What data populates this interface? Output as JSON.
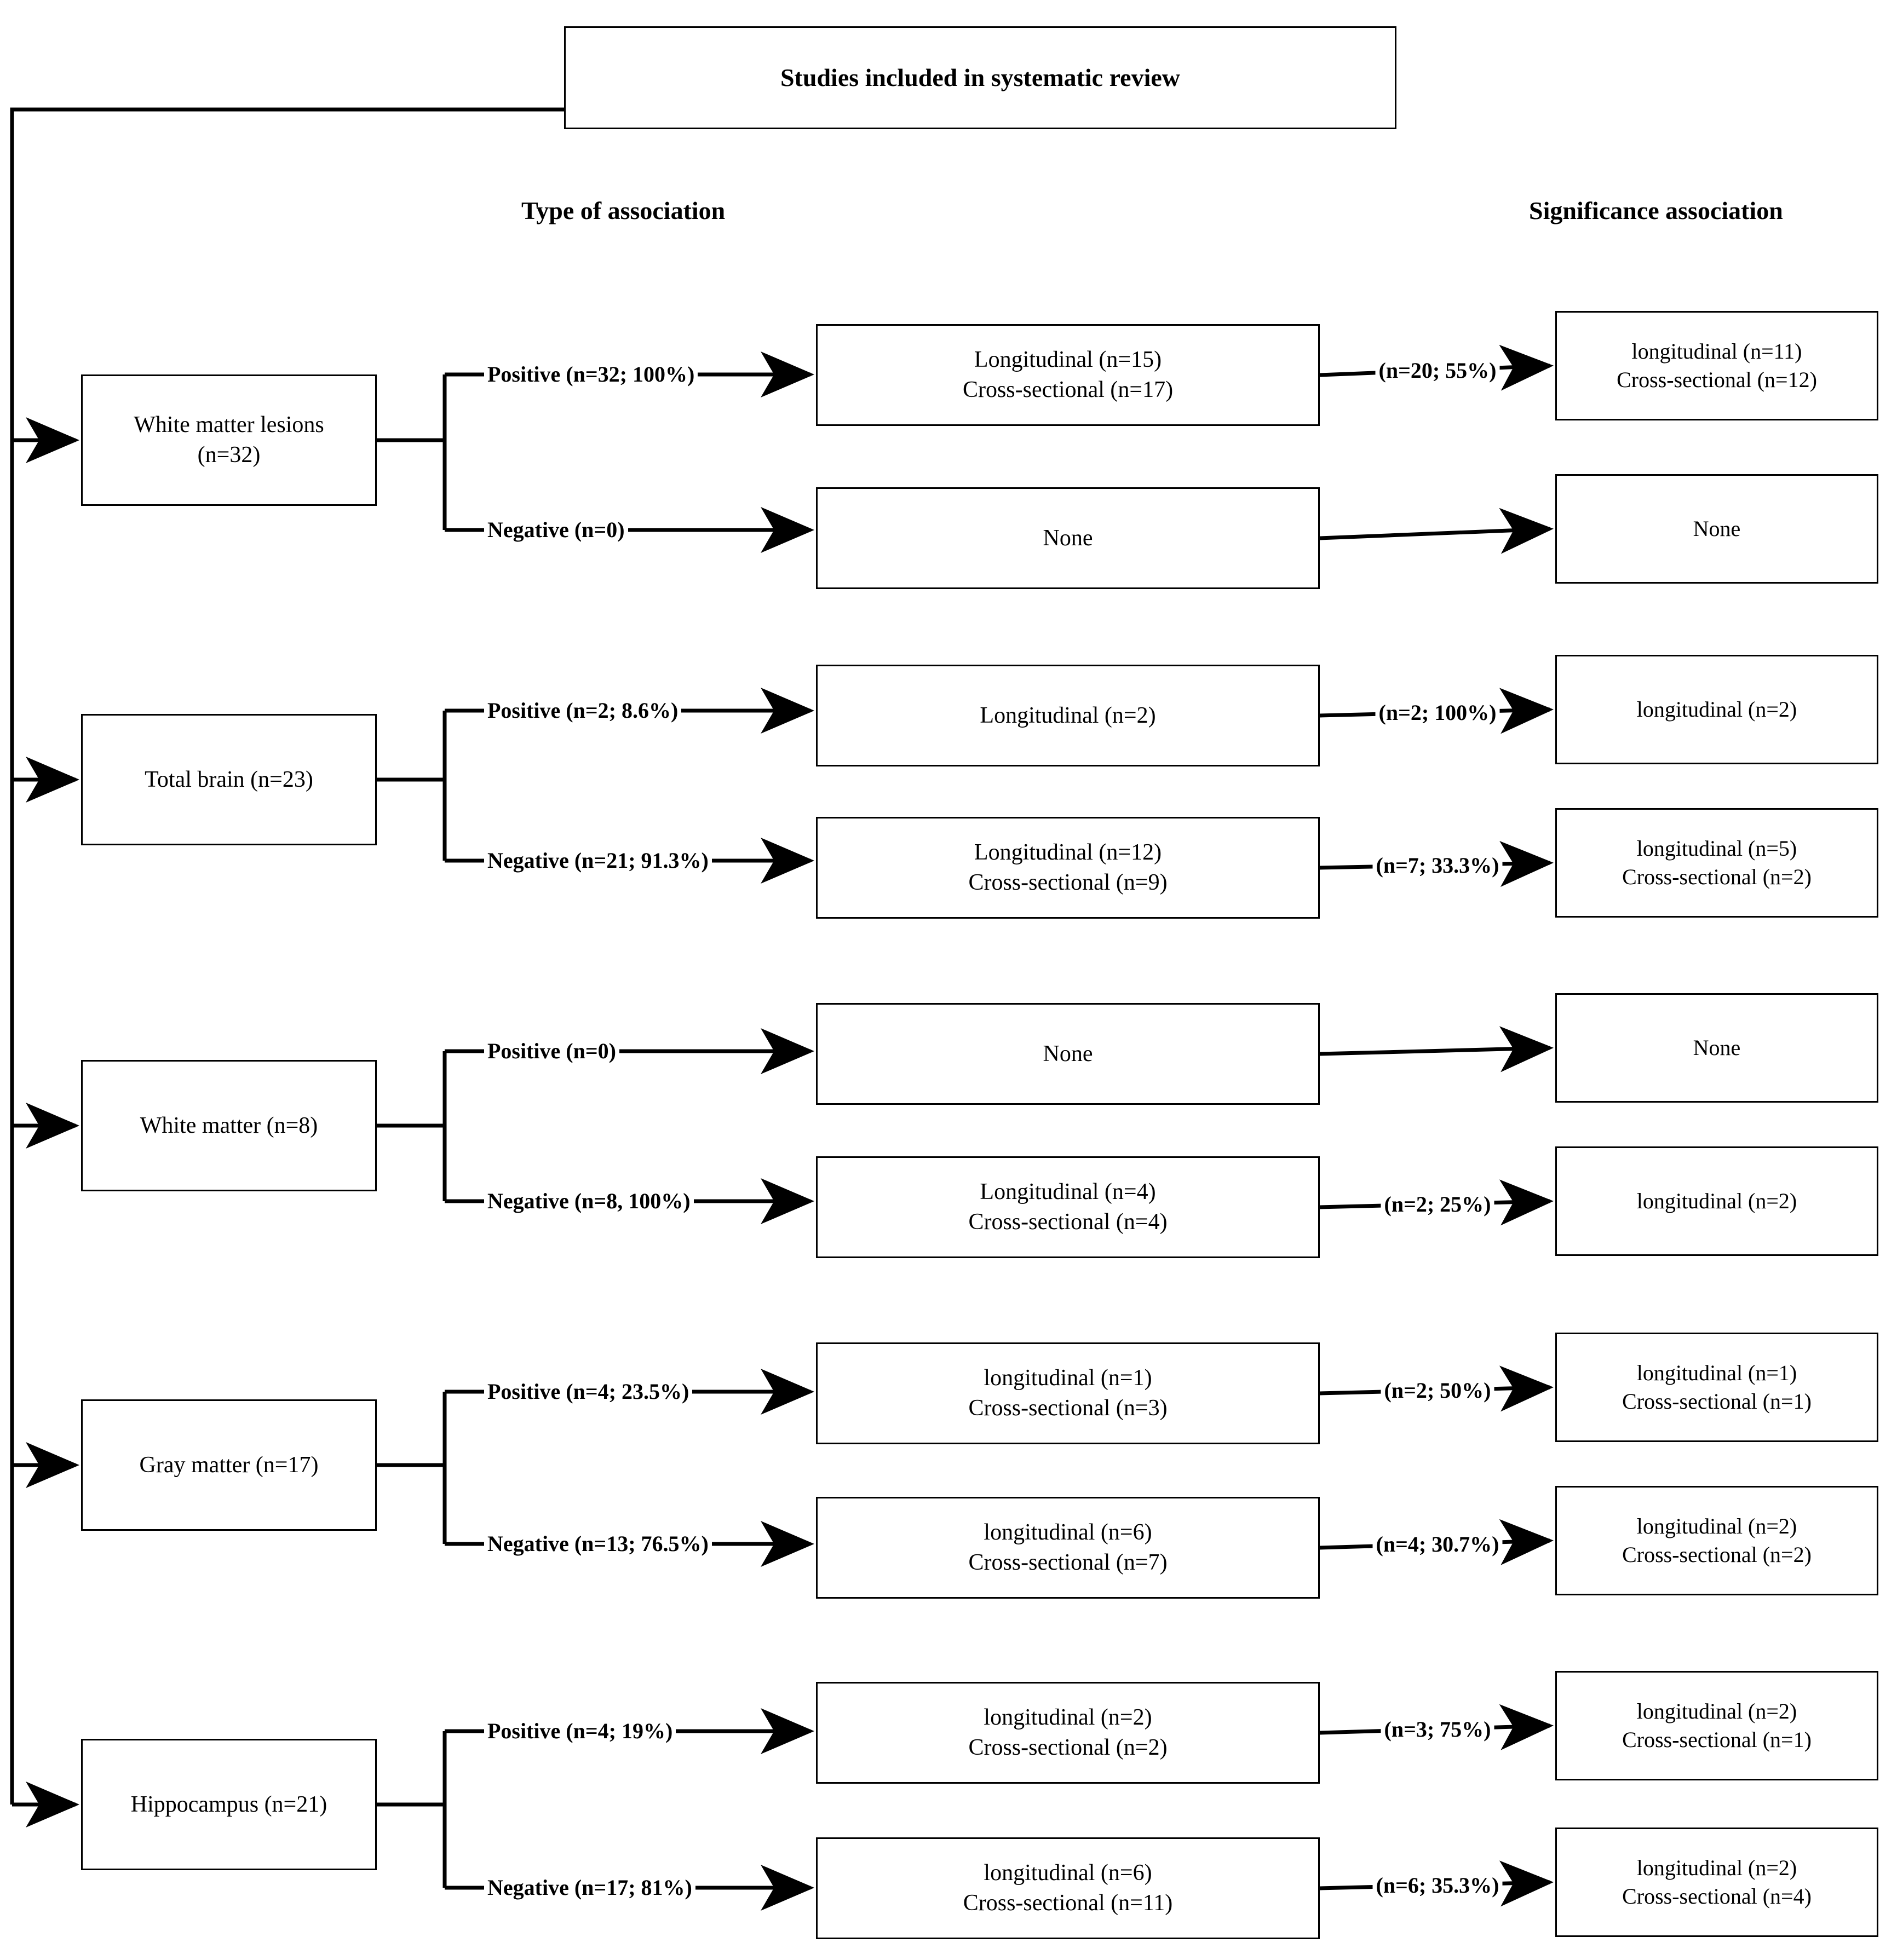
{
  "root": {
    "label": "Studies included in systematic review"
  },
  "column_headers": {
    "type": "Type of association",
    "significance": "Significance association"
  },
  "rows": [
    {
      "category": {
        "lines": [
          "White matter lesions",
          "(n=32)"
        ]
      },
      "branches": [
        {
          "arm": "positive",
          "arm_label": "Positive (n=32; 100%)",
          "type_box": {
            "lines": [
              "Longitudinal (n=15)",
              "Cross-sectional (n=17)"
            ]
          },
          "sig_label": "(n=20; 55%)",
          "sig_box": {
            "lines": [
              "longitudinal (n=11)",
              "Cross-sectional (n=12)"
            ]
          }
        },
        {
          "arm": "negative",
          "arm_label": "Negative (n=0)",
          "type_box": {
            "lines": [
              "None"
            ]
          },
          "sig_label": "",
          "sig_box": {
            "lines": [
              "None"
            ]
          }
        }
      ]
    },
    {
      "category": {
        "lines": [
          "Total brain (n=23)"
        ]
      },
      "branches": [
        {
          "arm": "positive",
          "arm_label": "Positive (n=2; 8.6%)",
          "type_box": {
            "lines": [
              "Longitudinal (n=2)"
            ]
          },
          "sig_label": "(n=2; 100%)",
          "sig_box": {
            "lines": [
              "longitudinal (n=2)"
            ]
          }
        },
        {
          "arm": "negative",
          "arm_label": "Negative (n=21; 91.3%)",
          "type_box": {
            "lines": [
              "Longitudinal (n=12)",
              "Cross-sectional (n=9)"
            ]
          },
          "sig_label": "(n=7; 33.3%)",
          "sig_box": {
            "lines": [
              "longitudinal (n=5)",
              "Cross-sectional (n=2)"
            ]
          }
        }
      ]
    },
    {
      "category": {
        "lines": [
          "White matter (n=8)"
        ]
      },
      "branches": [
        {
          "arm": "positive",
          "arm_label": "Positive (n=0)",
          "type_box": {
            "lines": [
              "None"
            ]
          },
          "sig_label": "",
          "sig_box": {
            "lines": [
              "None"
            ]
          }
        },
        {
          "arm": "negative",
          "arm_label": "Negative (n=8, 100%)",
          "type_box": {
            "lines": [
              "Longitudinal (n=4)",
              "Cross-sectional (n=4)"
            ]
          },
          "sig_label": "(n=2; 25%)",
          "sig_box": {
            "lines": [
              "longitudinal (n=2)"
            ]
          }
        }
      ]
    },
    {
      "category": {
        "lines": [
          "Gray matter (n=17)"
        ]
      },
      "branches": [
        {
          "arm": "positive",
          "arm_label": "Positive (n=4; 23.5%)",
          "type_box": {
            "lines": [
              "longitudinal (n=1)",
              "Cross-sectional (n=3)"
            ]
          },
          "sig_label": "(n=2; 50%)",
          "sig_box": {
            "lines": [
              "longitudinal (n=1)",
              "Cross-sectional (n=1)"
            ]
          }
        },
        {
          "arm": "negative",
          "arm_label": "Negative (n=13; 76.5%)",
          "type_box": {
            "lines": [
              "longitudinal (n=6)",
              "Cross-sectional (n=7)"
            ]
          },
          "sig_label": "(n=4; 30.7%)",
          "sig_box": {
            "lines": [
              "longitudinal (n=2)",
              "Cross-sectional (n=2)"
            ]
          }
        }
      ]
    },
    {
      "category": {
        "lines": [
          "Hippocampus (n=21)"
        ]
      },
      "branches": [
        {
          "arm": "positive",
          "arm_label": "Positive (n=4; 19%)",
          "type_box": {
            "lines": [
              "longitudinal (n=2)",
              "Cross-sectional (n=2)"
            ]
          },
          "sig_label": "(n=3; 75%)",
          "sig_box": {
            "lines": [
              "longitudinal (n=2)",
              "Cross-sectional (n=1)"
            ]
          }
        },
        {
          "arm": "negative",
          "arm_label": "Negative (n=17; 81%)",
          "type_box": {
            "lines": [
              "longitudinal (n=6)",
              "Cross-sectional (n=11)"
            ]
          },
          "sig_label": "(n=6; 35.3%)",
          "sig_box": {
            "lines": [
              "longitudinal (n=2)",
              "Cross-sectional (n=4)"
            ]
          }
        }
      ]
    }
  ],
  "colors": {
    "stroke": "#000000",
    "background": "#ffffff",
    "text": "#000000"
  }
}
